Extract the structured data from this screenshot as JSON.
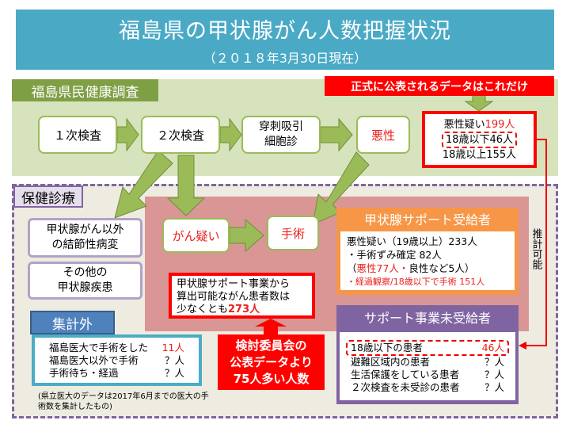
{
  "title": "福島県の甲状腺がん人数把握状況",
  "subtitle": "（２０１８年3月30日現在）",
  "survey": {
    "label": "福島県民健康調査",
    "steps": [
      "１次検査",
      "２次検査",
      "穿刺吸引\n細胞診",
      "悪性"
    ],
    "banner": "正式に公表されるデータはこれだけ",
    "official": {
      "suspect_label": "悪性疑い",
      "suspect_value": "199人",
      "under18": "18歳以下46人",
      "over18": "18歳以上155人"
    }
  },
  "clinical": {
    "label": "保健診療",
    "nodular": "甲状腺がん以外\nの結節性病変",
    "other": "その他の\n甲状腺疾患",
    "cancer_suspect": "がん疑い",
    "surgery": "手術",
    "total_box": {
      "line1": "甲状腺サポート事業から",
      "line2": "算出可能ながん患者数は",
      "line3_prefix": "少なくとも",
      "line3_value": "273人"
    },
    "committee": [
      "検討委員会の",
      "公表データより",
      "75人多い人数"
    ],
    "support": {
      "header": "甲状腺サポート受給者",
      "l1": "悪性疑い（19歳以上）233人",
      "l2": "・手術ずみ確定 82人",
      "l3_open": "（",
      "l3_red": "悪性77人・",
      "l3_rest": "良性など5人）",
      "l4": "・経過観察/18歳以下で手術 151人"
    },
    "estimable": "推計可能",
    "unsupported": {
      "header": "サポート事業未受給者",
      "rows": [
        {
          "label": "18歳以下の患者",
          "value": "46人"
        },
        {
          "label": "避難区域内の患者",
          "value": "？人"
        },
        {
          "label": "生活保護をしている患者",
          "value": "？人"
        },
        {
          "label": "２次検査を未受診の患者",
          "value": "？人"
        }
      ]
    },
    "outside": {
      "header": "集計外",
      "rows": [
        {
          "label": "福島医大で手術をした",
          "value": "11人"
        },
        {
          "label": "福島医大以外で手術",
          "value": "？人"
        },
        {
          "label": "手術待ち・経過",
          "value": "？人"
        }
      ],
      "note": "(県立医大のデータは2017年6月までの医大の手術数を集計したもの)"
    }
  },
  "colors": {
    "title": "#4aaac6",
    "red": "#ff0000",
    "green": "#9bbb59",
    "purple": "#8064a2",
    "orange": "#f79646",
    "pink": "#d99694"
  }
}
